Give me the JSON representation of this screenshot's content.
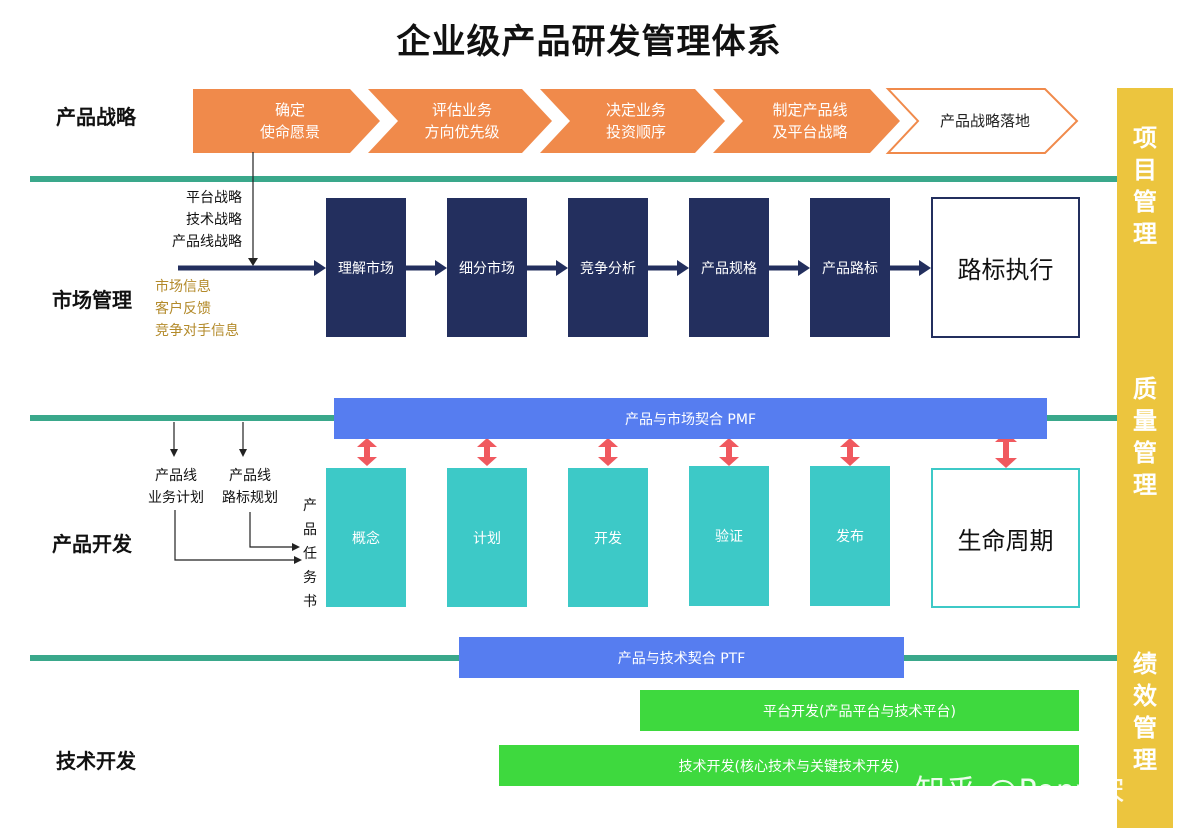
{
  "title": "企业级产品研发管理体系",
  "rows": {
    "strategy": "产品战略",
    "market": "市场管理",
    "dev": "产品开发",
    "tech": "技术开发"
  },
  "strategy_steps": [
    {
      "line1": "确定",
      "line2": "使命愿景"
    },
    {
      "line1": "评估业务",
      "line2": "方向优先级"
    },
    {
      "line1": "决定业务",
      "line2": "投资顺序"
    },
    {
      "line1": "制定产品线",
      "line2": "及平台战略"
    },
    {
      "line1": "产品战略落地",
      "line2": ""
    }
  ],
  "strategy_notes": [
    "平台战略",
    "技术战略",
    "产品线战略"
  ],
  "market_notes": [
    "市场信息",
    "客户反馈",
    "竞争对手信息"
  ],
  "market_steps": [
    "理解市场",
    "细分市场",
    "竞争分析",
    "产品规格",
    "产品路标"
  ],
  "market_final": "路标执行",
  "pmf": "产品与市场契合 PMF",
  "plan_notes": {
    "left_line1": "产品线",
    "left_line2": "业务计划",
    "right_line1": "产品线",
    "right_line2": "路标规划"
  },
  "task_book": [
    "产",
    "品",
    "任",
    "务",
    "书"
  ],
  "dev_steps": [
    "概念",
    "计划",
    "开发",
    "验证",
    "发布"
  ],
  "dev_final": "生命周期",
  "ptf": "产品与技术契合 PTF",
  "platform_dev": "平台开发(产品平台与技术平台)",
  "tech_dev": "技术开发(核心技术与关键技术开发)",
  "side": {
    "project": [
      "项",
      "目",
      "管",
      "理"
    ],
    "quality": [
      "质",
      "量",
      "管",
      "理"
    ],
    "performance": [
      "绩",
      "效",
      "管",
      "理"
    ]
  },
  "watermark": "知乎 @Pony宋",
  "colors": {
    "orange": "#f08a4b",
    "navy": "#232f5e",
    "teal": "#3dc9c7",
    "blue": "#567df0",
    "green": "#3ed93e",
    "line": "#3aa88b",
    "side": "#ecc53e",
    "arrow_red": "#f0595f"
  }
}
